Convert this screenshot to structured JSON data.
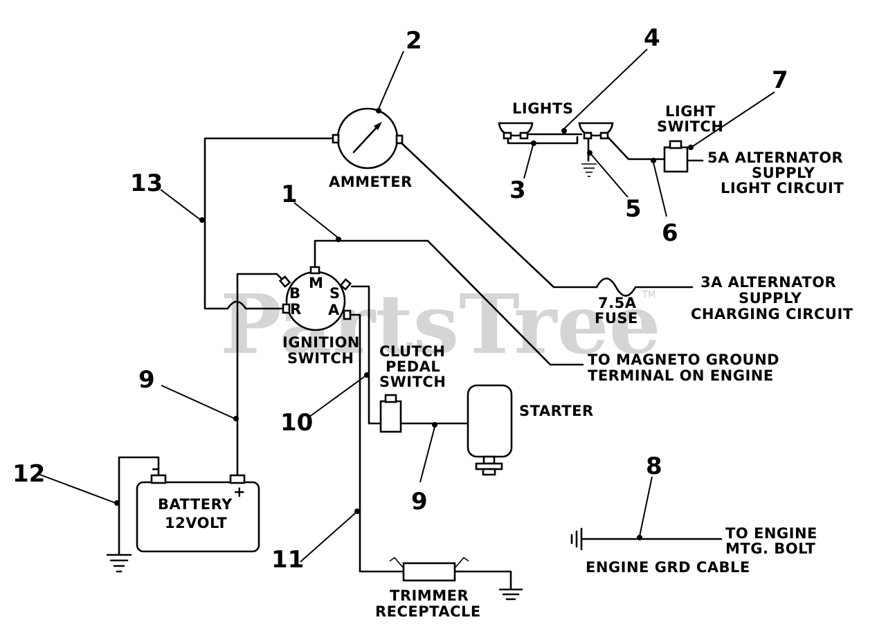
{
  "watermark": {
    "text": "PartsTree",
    "mark": "TM"
  },
  "callouts": {
    "n1": "1",
    "n2": "2",
    "n3": "3",
    "n4": "4",
    "n5": "5",
    "n6": "6",
    "n7": "7",
    "n8": "8",
    "n9a": "9",
    "n9b": "9",
    "n10": "10",
    "n11": "11",
    "n12": "12",
    "n13": "13"
  },
  "components": {
    "ammeter": "AMMETER",
    "lights": "LIGHTS",
    "light_switch": [
      "LIGHT",
      "SWITCH"
    ],
    "ignition_switch": [
      "IGNITION",
      "SWITCH"
    ],
    "fuse": [
      "7.5A",
      "FUSE"
    ],
    "clutch_pedal_switch": [
      "CLUTCH",
      "PEDAL",
      "SWITCH"
    ],
    "starter": "STARTER",
    "battery": [
      "BATTERY",
      "12VOLT"
    ],
    "battery_minus": "–",
    "battery_plus": "+",
    "trimmer_receptacle": [
      "TRIMMER",
      "RECEPTACLE"
    ],
    "engine_grd_cable": "ENGINE GRD CABLE"
  },
  "ignition_terminals": {
    "b": "B",
    "m": "M",
    "s": "S",
    "r": "R",
    "a": "A"
  },
  "notes": {
    "light_circuit": [
      "5A ALTERNATOR",
      "SUPPLY",
      "LIGHT CIRCUIT"
    ],
    "charging_circuit": [
      "3A ALTERNATOR",
      "SUPPLY",
      "CHARGING CIRCUIT"
    ],
    "magneto": [
      "TO MAGNETO GROUND",
      "TERMINAL ON ENGINE"
    ],
    "engine_bolt": [
      "TO ENGINE",
      "MTG. BOLT"
    ]
  }
}
